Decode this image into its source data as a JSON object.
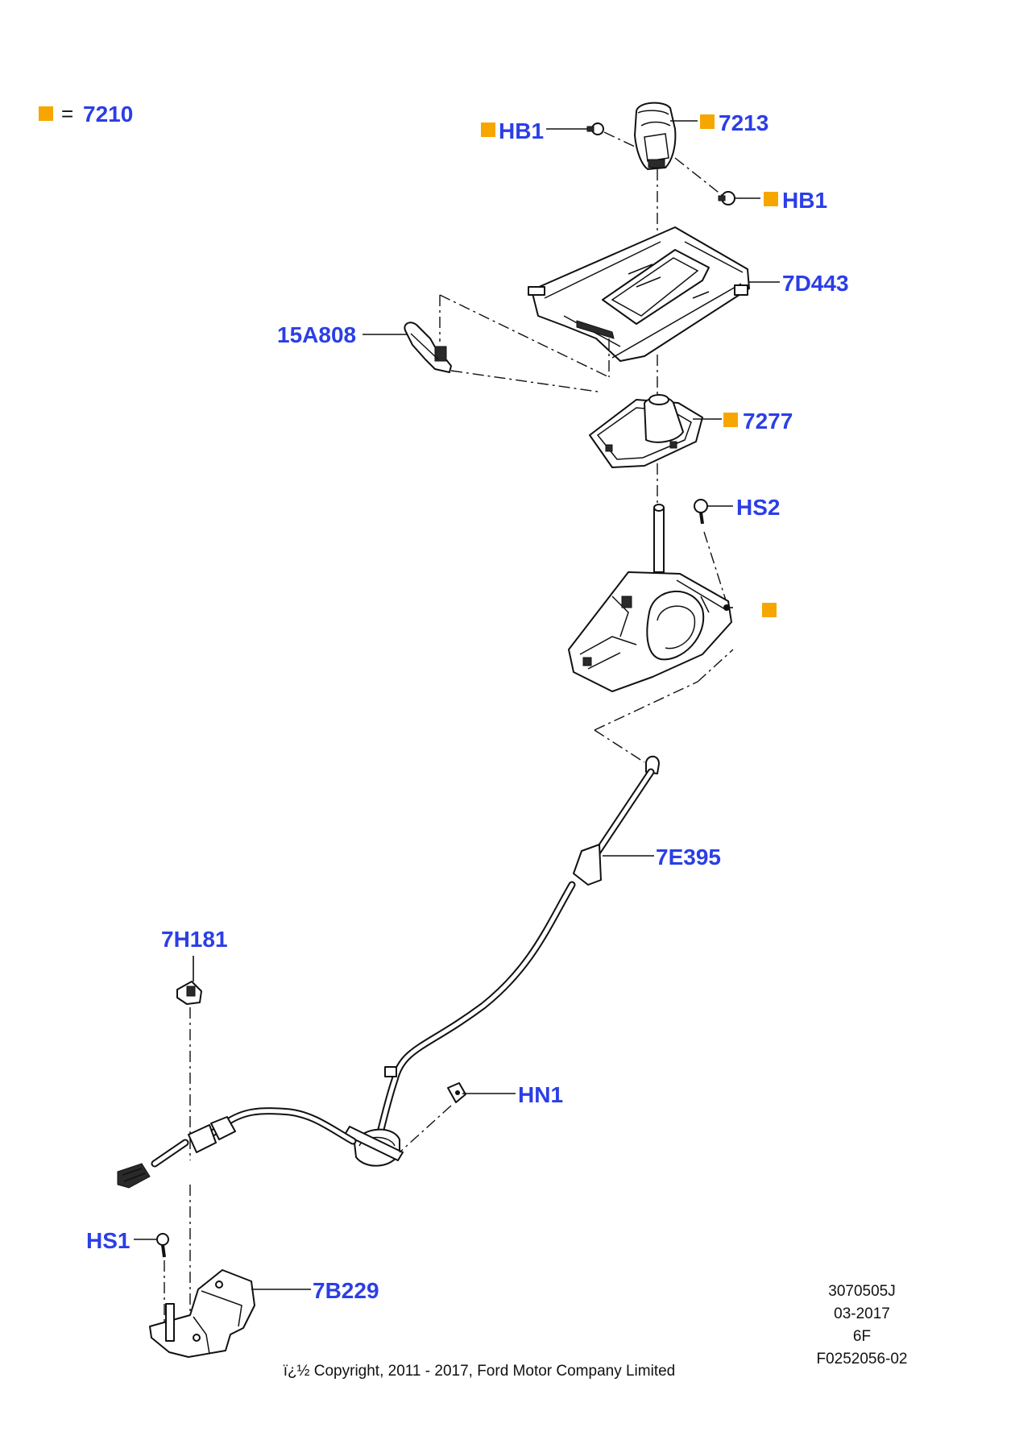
{
  "legend": {
    "symbol_label": "=",
    "part_number": "7210",
    "color": "#f7a600"
  },
  "callouts": {
    "hb1_upper": "HB1",
    "c7213": "7213",
    "hb1_right": "HB1",
    "c7d443": "7D443",
    "c15a808": "15A808",
    "c7277": "7277",
    "hs2": "HS2",
    "c7e395": "7E395",
    "c7h181": "7H181",
    "hn1": "HN1",
    "hs1": "HS1",
    "c7b229": "7B229"
  },
  "doc_info": {
    "ref": "3070505J",
    "date": "03-2017",
    "variant": "6F",
    "figure": "F0252056-02"
  },
  "copyright": "ï¿½ Copyright, 2011 - 2017, Ford Motor Company Limited",
  "colors": {
    "callout_text": "#2b3ee6",
    "marker": "#f7a600",
    "line": "#111111"
  },
  "icons": [
    "square-marker-icon"
  ]
}
